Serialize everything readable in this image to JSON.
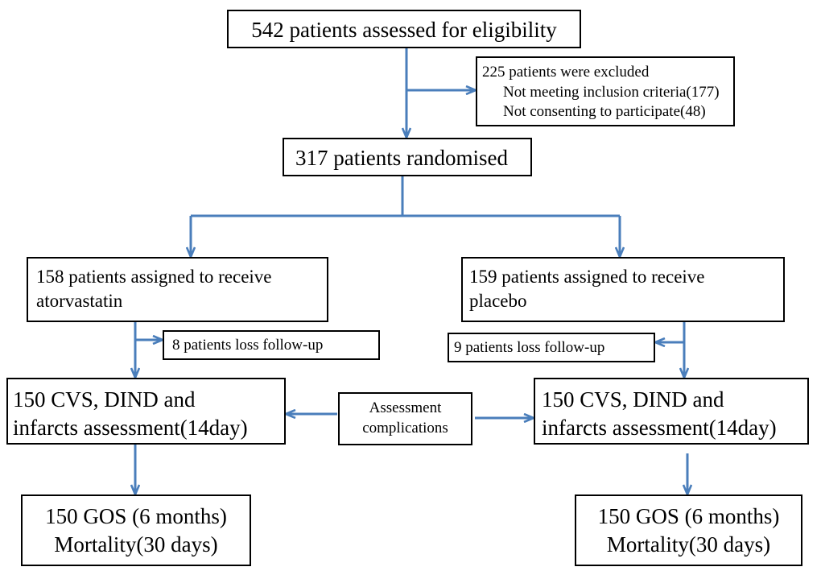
{
  "enrollment": {
    "assessed": "542 patients assessed for eligibility",
    "excluded": {
      "title": "225 patients were excluded",
      "reason_1": "Not meeting inclusion criteria(177)",
      "reason_2": "Not consenting to participate(48)"
    },
    "randomised": "317 patients randomised"
  },
  "atorvastatin_arm": {
    "assigned_line_1": "158 patients assigned to receive",
    "assigned_line_2": "atorvastatin",
    "loss": "8 patients loss follow-up",
    "assessment_line_1": "150 CVS, DIND and",
    "assessment_line_2": "infarcts  assessment(14day)",
    "outcome_line_1": "150 GOS  (6 months)",
    "outcome_line_2": "Mortality(30 days)"
  },
  "placebo_arm": {
    "assigned_line_1": "159 patients assigned to receive",
    "assigned_line_2": "placebo",
    "loss": "9 patients loss follow-up",
    "assessment_line_1": "150 CVS, DIND and",
    "assessment_line_2": "infarcts assessment(14day)",
    "outcome_line_1": "150 GOS  (6 months)",
    "outcome_line_2": "Mortality(30 days)"
  },
  "assessment_complications": {
    "line_1": "Assessment",
    "line_2": "complications"
  },
  "colors": {
    "arrow": "#4a7ebb",
    "box_border": "#000000",
    "text": "#000000"
  }
}
